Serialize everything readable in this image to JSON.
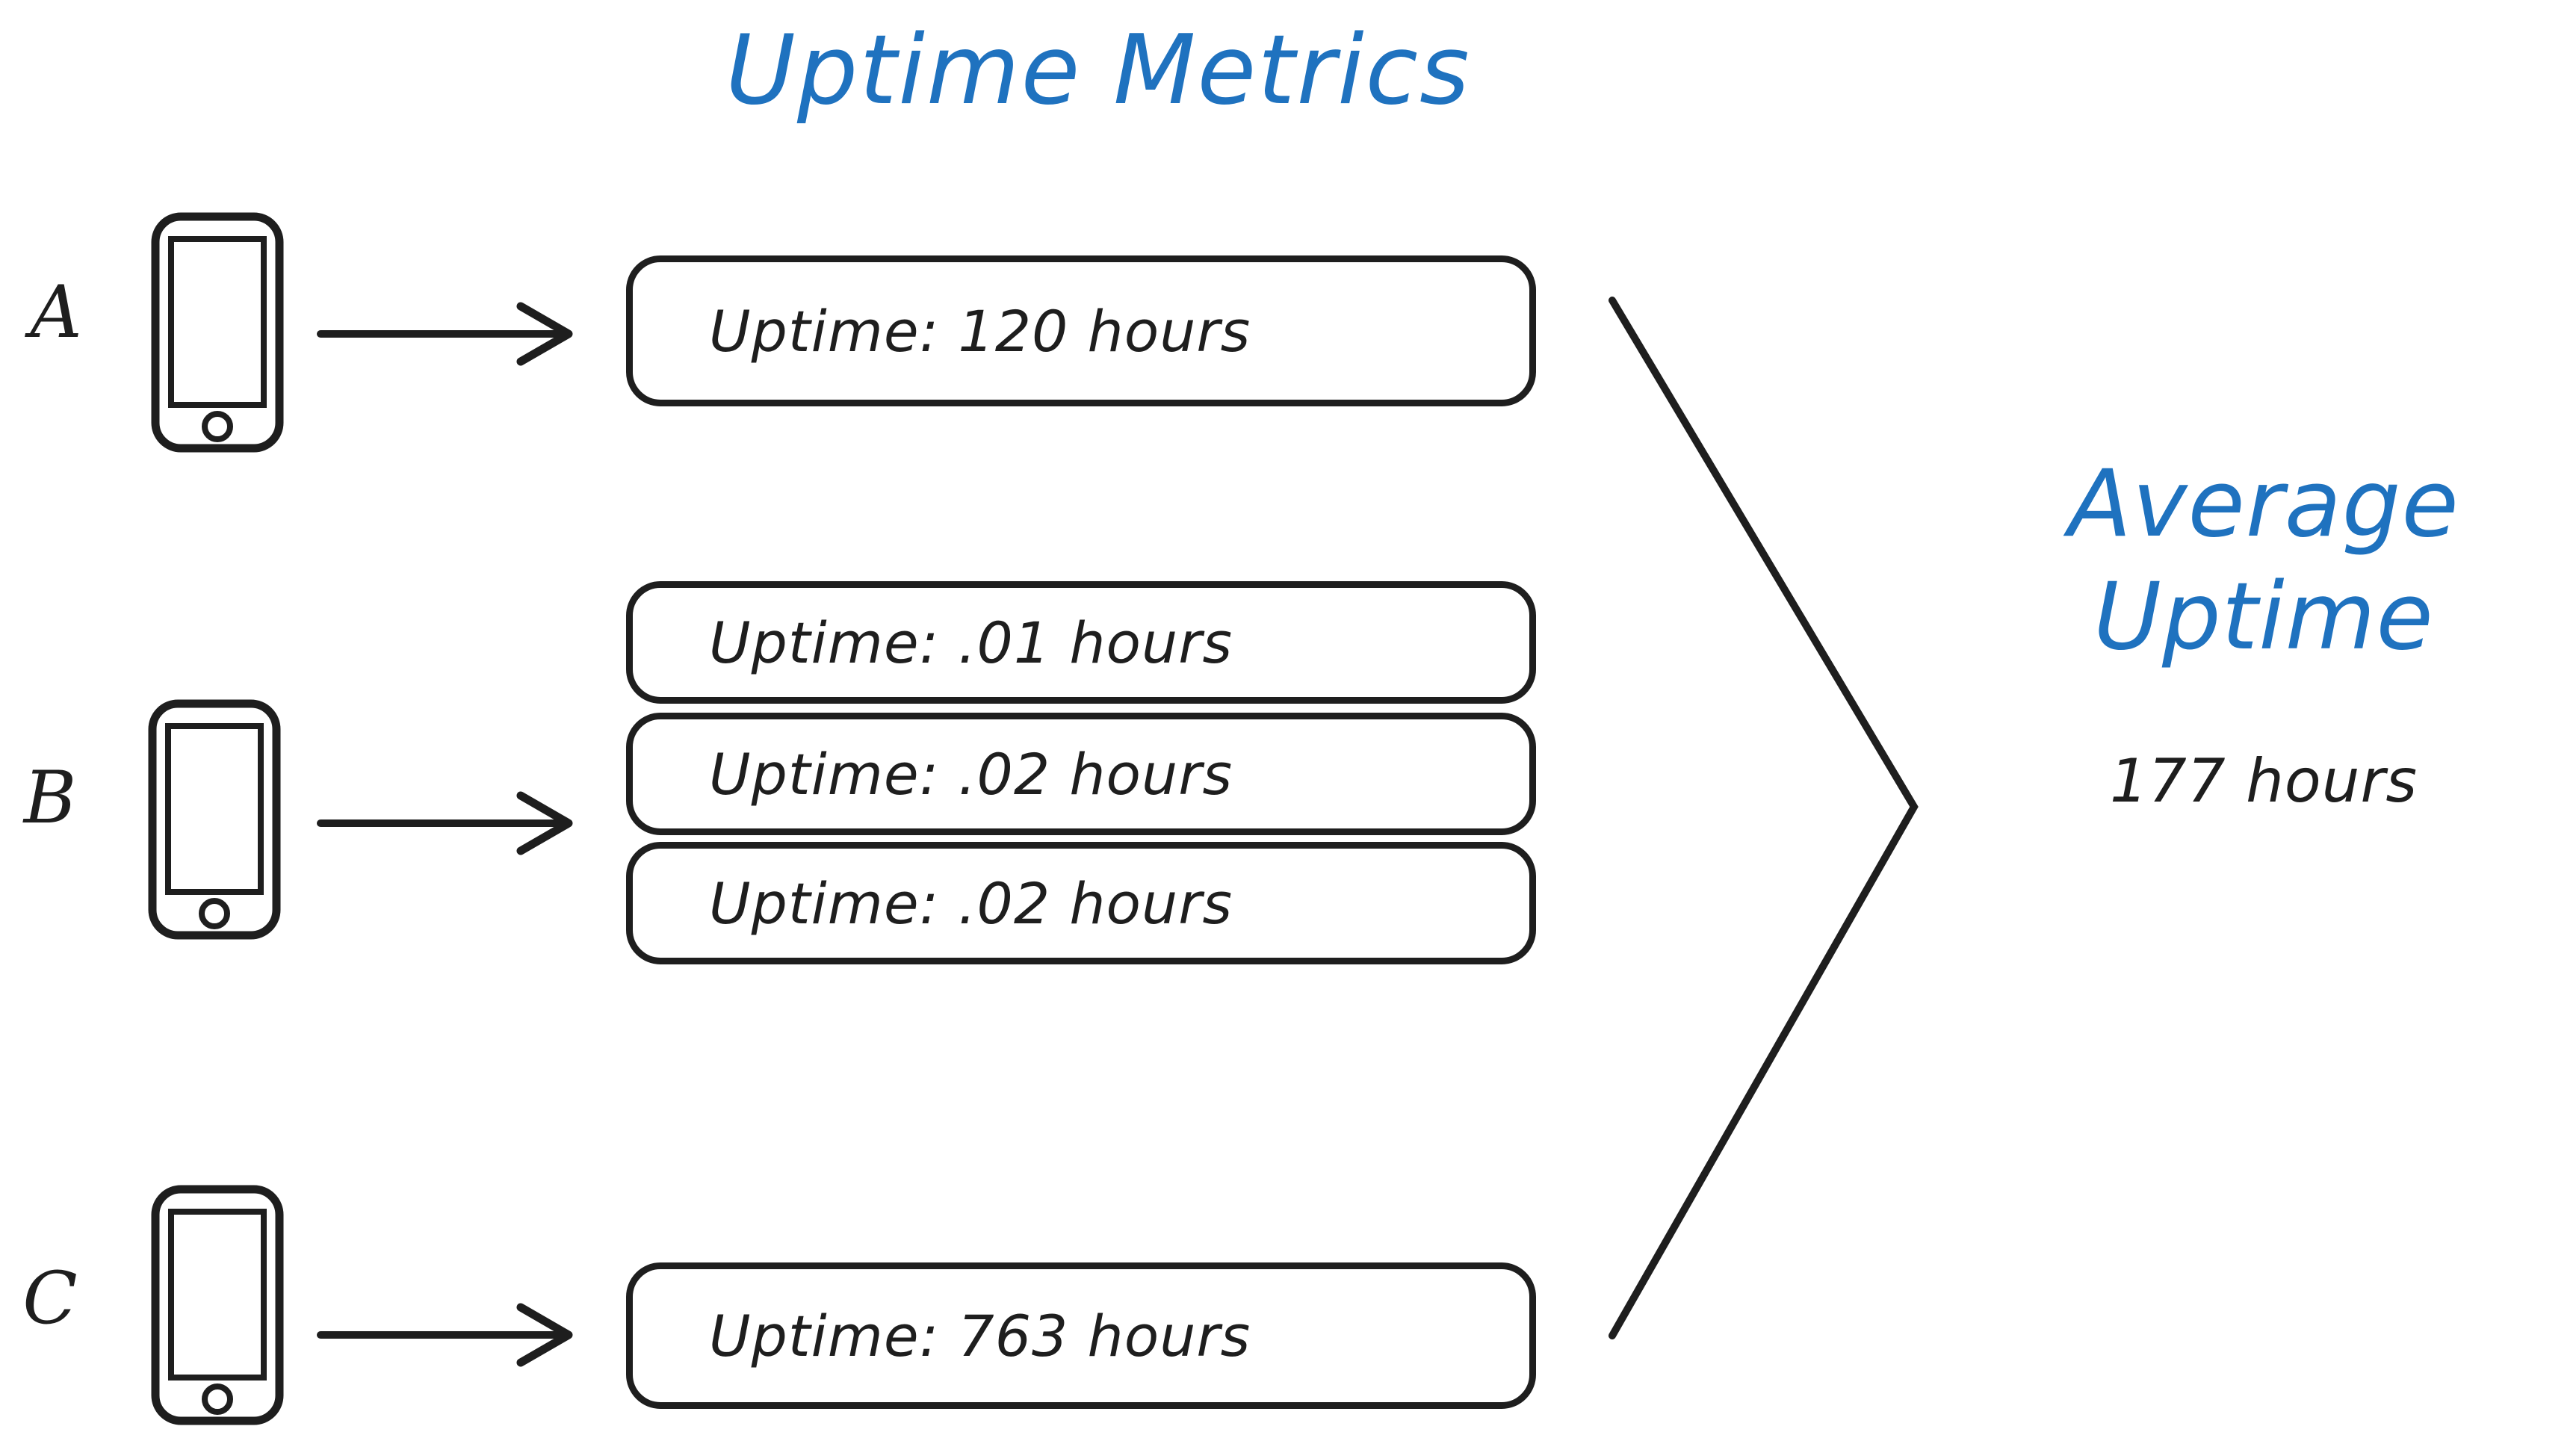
{
  "title": "Uptime Metrics",
  "ink": {
    "accent_blue": "#1f72bf",
    "black": "#1e1e1e",
    "background": "#ffffff"
  },
  "devices": [
    {
      "label": "A",
      "icon": "mobile-phone-icon",
      "arrow": "arrow-right-icon",
      "metrics": [
        {
          "text": "Uptime: 120 hours",
          "value": 120,
          "unit": "hours"
        }
      ]
    },
    {
      "label": "B",
      "icon": "mobile-phone-icon",
      "arrow": "arrow-right-icon",
      "metrics": [
        {
          "text": "Uptime: .01 hours",
          "value": 0.01,
          "unit": "hours"
        },
        {
          "text": "Uptime: .02 hours",
          "value": 0.02,
          "unit": "hours"
        },
        {
          "text": "Uptime: .02 hours",
          "value": 0.02,
          "unit": "hours"
        }
      ]
    },
    {
      "label": "C",
      "icon": "mobile-phone-icon",
      "arrow": "arrow-right-icon",
      "metrics": [
        {
          "text": "Uptime: 763 hours",
          "value": 763,
          "unit": "hours"
        }
      ]
    }
  ],
  "result": {
    "title_line1": "Average",
    "title_line2": "Uptime",
    "value": "177 hours",
    "bracket": "converging-bracket-icon"
  }
}
